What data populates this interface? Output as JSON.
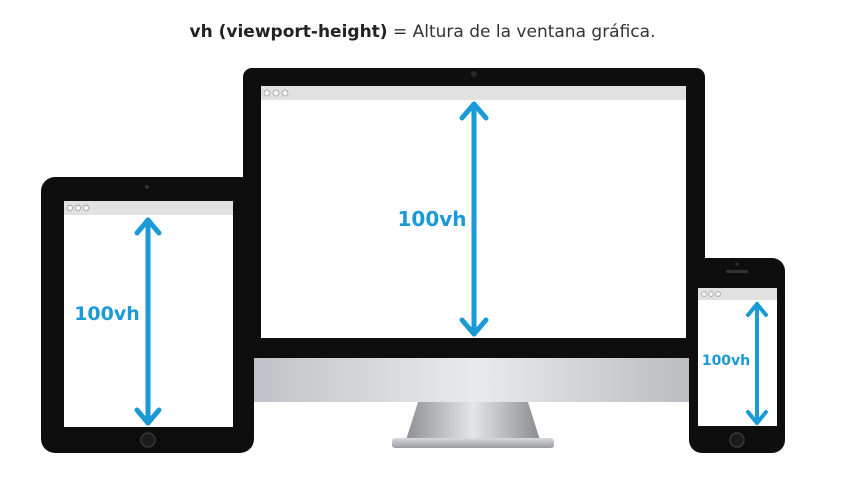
{
  "caption": {
    "bold": "vh (viewport-height)",
    "rest": " = Altura de la ventana gráfica."
  },
  "labels": {
    "monitor": "100vh",
    "tablet": "100vh",
    "phone": "100vh"
  },
  "colors": {
    "arrow": "#1a9ad6",
    "device_frame": "#111111",
    "browser_bar": "#e1e1e1"
  }
}
